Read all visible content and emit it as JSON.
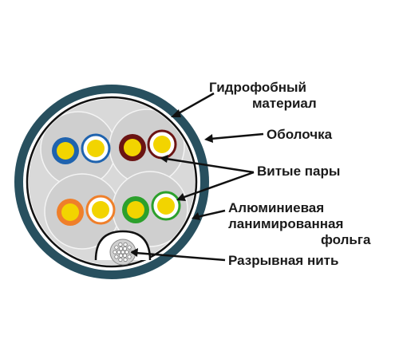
{
  "diagram": {
    "labels": {
      "hydrophobic": [
        "Гидрофобный",
        "материал"
      ],
      "sheath": [
        "Оболочка"
      ],
      "twisted_pairs": [
        "Витые пары"
      ],
      "foil": [
        "Алюминиевая",
        "ланимированная",
        "фольга"
      ],
      "ripcord": [
        "Разрывная нить"
      ]
    },
    "colors": {
      "outer_jacket": "#28505f",
      "inner_fill": "#d9d9d9",
      "pair_circle_fill": "#cfcfcf",
      "conductor": "#f2d400",
      "blue": "#1f63ae",
      "brown": "#6b1413",
      "orange": "#ef7f2a",
      "green": "#2ca02c",
      "text": "#1a1a1a"
    },
    "pairs": [
      {
        "name": "blue-pair",
        "stripe": "blue"
      },
      {
        "name": "brown-pair",
        "stripe": "brown"
      },
      {
        "name": "orange-pair",
        "stripe": "orange"
      },
      {
        "name": "green-pair",
        "stripe": "green"
      }
    ]
  }
}
